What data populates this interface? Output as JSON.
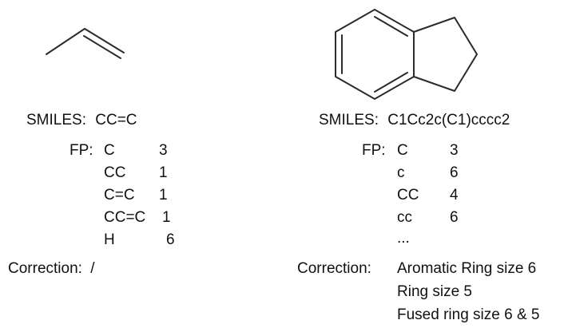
{
  "left": {
    "smiles_label": "SMILES:",
    "smiles_value": "CC=C",
    "fp_label": "FP:",
    "fp_rows": [
      {
        "frag": "C",
        "count": "3"
      },
      {
        "frag": "CC",
        "count": "1"
      },
      {
        "frag": "C=C",
        "count": "1"
      },
      {
        "frag": "CC=C",
        "count": "1"
      },
      {
        "frag": "H",
        "count": "6"
      }
    ],
    "correction_label": "Correction:",
    "correction_value": "/"
  },
  "right": {
    "smiles_label": "SMILES:",
    "smiles_value": "C1Cc2c(C1)cccc2",
    "fp_label": "FP:",
    "fp_rows": [
      {
        "frag": "C",
        "count": "3"
      },
      {
        "frag": "c",
        "count": "6"
      },
      {
        "frag": "CC",
        "count": "4"
      },
      {
        "frag": "cc",
        "count": "6"
      }
    ],
    "fp_ellipsis": "...",
    "correction_label": "Correction:",
    "correction_lines": [
      "Aromatic Ring size 6",
      "Ring size 5",
      "Fused ring size 6 & 5"
    ]
  }
}
